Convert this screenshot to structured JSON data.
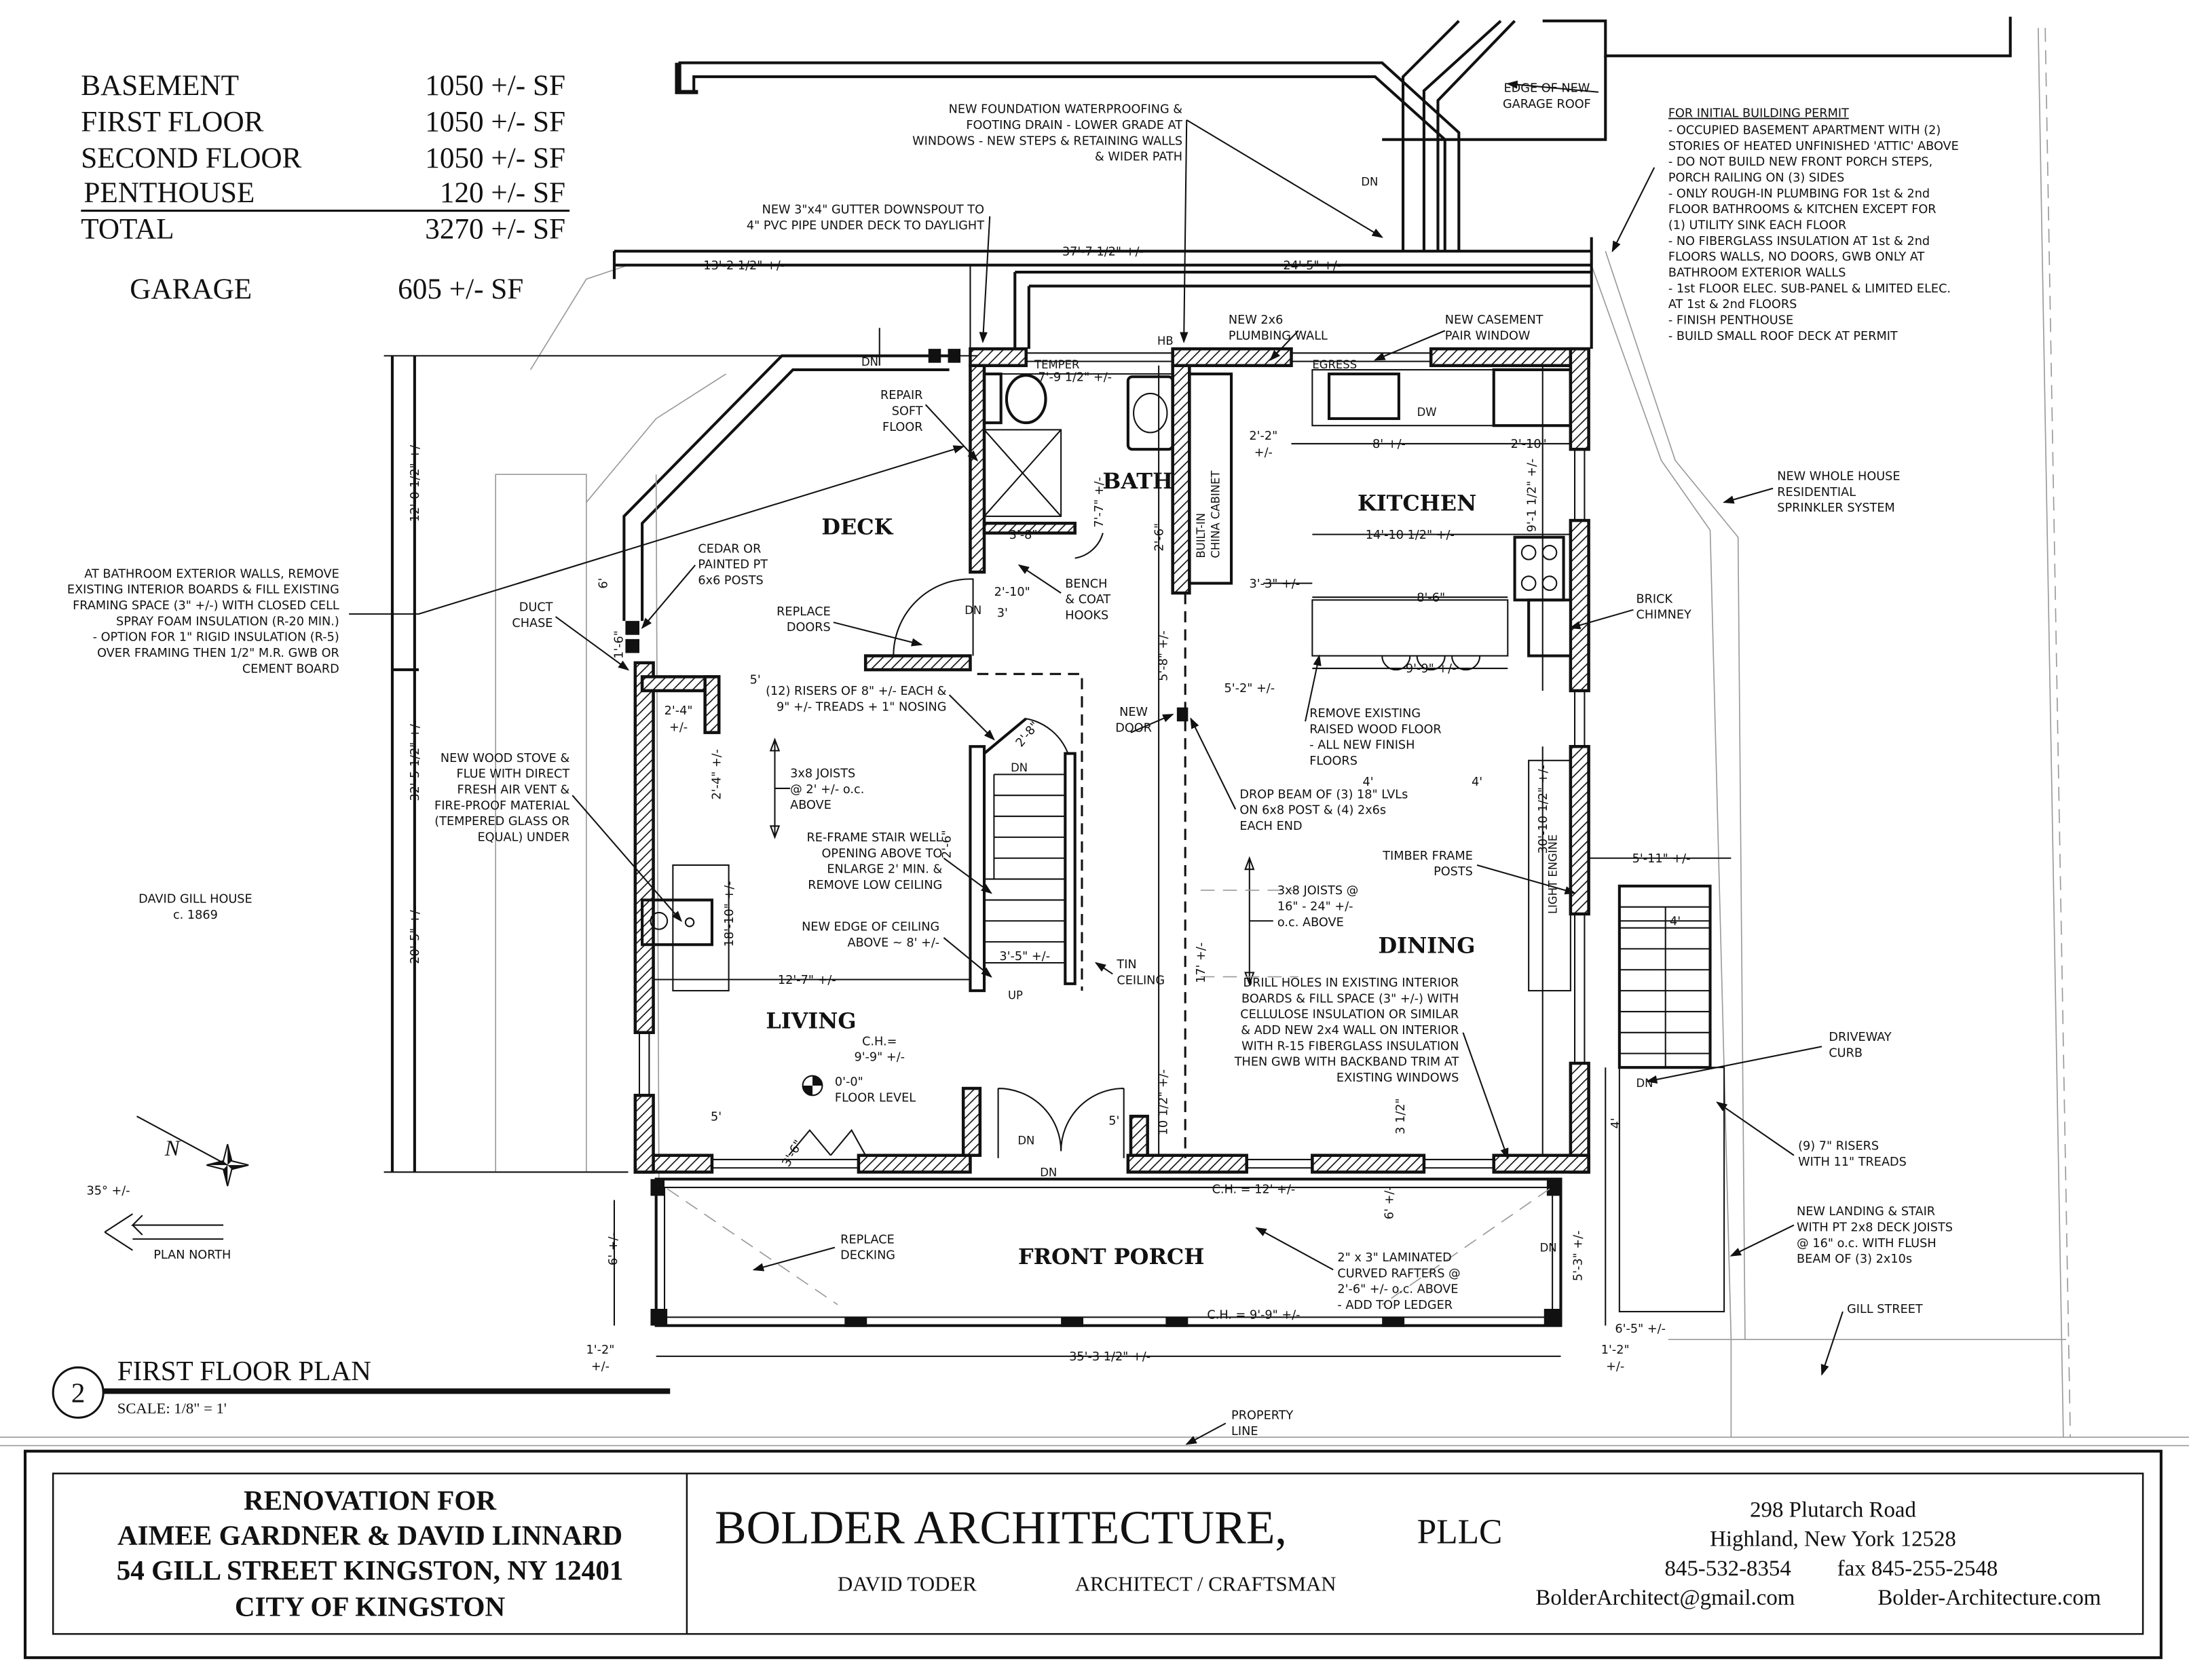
{
  "area_table": {
    "rows": [
      {
        "label": "BASEMENT",
        "value": "1050 +/- SF"
      },
      {
        "label": "FIRST FLOOR",
        "value": "1050 +/- SF"
      },
      {
        "label": "SECOND FLOOR",
        "value": "1050 +/- SF"
      },
      {
        "label": "PENTHOUSE",
        "value": "120 +/- SF"
      }
    ],
    "total": {
      "label": "TOTAL",
      "value": "3270 +/- SF"
    },
    "garage": {
      "label": "GARAGE",
      "value": "605 +/- SF"
    }
  },
  "rooms": {
    "deck": "DECK",
    "bath": "BATH",
    "kitchen": "KITCHEN",
    "living": "LIVING",
    "dining": "DINING",
    "front_porch": "FRONT PORCH"
  },
  "notes": {
    "edge_garage_roof": [
      "EDGE OF NEW",
      "GARAGE ROOF"
    ],
    "foundation": [
      "NEW FOUNDATION WATERPROOFING &",
      "FOOTING DRAIN - LOWER GRADE AT",
      "WINDOWS - NEW STEPS & RETAINING WALLS",
      "& WIDER PATH"
    ],
    "gutter": [
      "NEW 3\"x4\" GUTTER DOWNSPOUT TO",
      "4\" PVC PIPE UNDER DECK TO DAYLIGHT"
    ],
    "permit_title": "FOR INITIAL BUILDING PERMIT",
    "permit": [
      "- OCCUPIED BASEMENT APARTMENT WITH (2)",
      "STORIES OF HEATED UNFINISHED 'ATTIC' ABOVE",
      "- DO NOT BUILD NEW FRONT PORCH STEPS,",
      "PORCH RAILING ON (3) SIDES",
      "- ONLY ROUGH-IN PLUMBING FOR 1st & 2nd",
      "FLOOR BATHROOMS & KITCHEN EXCEPT FOR",
      "(1) UTILITY SINK EACH FLOOR",
      "- NO FIBERGLASS INSULATION AT 1st & 2nd",
      "FLOORS WALLS, NO DOORS, GWB ONLY AT",
      "BATHROOM EXTERIOR WALLS",
      "- 1st FLOOR ELEC. SUB-PANEL & LIMITED ELEC.",
      "AT 1st & 2nd FLOORS",
      "- FINISH PENTHOUSE",
      "- BUILD SMALL ROOF DECK AT PERMIT"
    ],
    "plumbing_wall": [
      "NEW 2x6",
      "PLUMBING WALL"
    ],
    "casement": [
      "NEW CASEMENT",
      "PAIR WINDOW"
    ],
    "repair_floor": [
      "REPAIR",
      "SOFT",
      "FLOOR"
    ],
    "cedar_posts": [
      "CEDAR OR",
      "PAINTED PT",
      "6x6 POSTS"
    ],
    "bath_walls": [
      "AT BATHROOM EXTERIOR WALLS, REMOVE",
      "EXISTING INTERIOR BOARDS & FILL EXISTING",
      "FRAMING SPACE (3\" +/-) WITH CLOSED CELL",
      "SPRAY FOAM INSULATION (R-20 MIN.)",
      "- OPTION FOR 1\" RIGID INSULATION (R-5)",
      "OVER FRAMING THEN 1/2\" M.R. GWB OR",
      "CEMENT BOARD"
    ],
    "duct_chase": [
      "DUCT",
      "CHASE"
    ],
    "replace_doors": [
      "REPLACE",
      "DOORS"
    ],
    "bench": [
      "BENCH",
      "& COAT",
      "HOOKS"
    ],
    "china_cabinet": [
      "BUILT-IN",
      "CHINA CABINET"
    ],
    "sprinkler": [
      "NEW WHOLE HOUSE",
      "RESIDENTIAL",
      "SPRINKLER SYSTEM"
    ],
    "chimney": [
      "BRICK",
      "CHIMNEY"
    ],
    "new_door": [
      "NEW",
      "DOOR"
    ],
    "risers": [
      "(12) RISERS OF 8\" +/- EACH &",
      "9\" +/- TREADS + 1\" NOSING"
    ],
    "remove_floor": [
      "REMOVE EXISTING",
      "RAISED WOOD FLOOR",
      "- ALL NEW FINISH",
      "FLOORS"
    ],
    "joists_living": [
      "3x8 JOISTS",
      "@ 2' +/- o.c.",
      "ABOVE"
    ],
    "wood_stove": [
      "NEW WOOD STOVE &",
      "FLUE WITH DIRECT",
      "FRESH AIR VENT &",
      "FIRE-PROOF MATERIAL",
      "(TEMPERED GLASS OR",
      "EQUAL) UNDER"
    ],
    "drop_beam": [
      "DROP BEAM OF (3) 18\" LVLs",
      "ON 6x8 POST & (4) 2x6s",
      "EACH END"
    ],
    "reframe_stair": [
      "RE-FRAME STAIR WELL",
      "OPENING ABOVE TO",
      "ENLARGE 2' MIN. &",
      "REMOVE LOW CEILING"
    ],
    "timber_posts": [
      "TIMBER FRAME",
      "POSTS"
    ],
    "joists_dining": [
      "3x8 JOISTS @",
      "16\" - 24\" +/-",
      "o.c. ABOVE"
    ],
    "ceiling_edge": [
      "NEW EDGE OF CEILING",
      "ABOVE ~ 8' +/-"
    ],
    "tin_ceiling": [
      "TIN",
      "CEILING"
    ],
    "drill_holes": [
      "DRILL HOLES IN EXISTING INTERIOR",
      "BOARDS & FILL SPACE (3\" +/-) WITH",
      "CELLULOSE INSULATION OR SIMILAR",
      "& ADD NEW 2x4 WALL ON INTERIOR",
      "WITH R-15 FIBERGLASS INSULATION",
      "THEN GWB WITH BACKBAND TRIM AT",
      "EXISTING WINDOWS"
    ],
    "driveway": [
      "DRIVEWAY",
      "CURB"
    ],
    "risers_9": [
      "(9) 7\" RISERS",
      "WITH 11\" TREADS"
    ],
    "landing": [
      "NEW LANDING & STAIR",
      "WITH PT 2x8 DECK JOISTS",
      "@ 16\" o.c. WITH FLUSH",
      "BEAM OF (3) 2x10s"
    ],
    "replace_decking": [
      "REPLACE",
      "DECKING"
    ],
    "rafters": [
      "2\" x 3\" LAMINATED",
      "CURVED RAFTERS @",
      "2'-6\" +/- o.c. ABOVE",
      "- ADD TOP LEDGER"
    ],
    "gill_street": "GILL STREET",
    "property_line": [
      "PROPERTY",
      "LINE"
    ],
    "light_engine": "LIGHT ENGINE",
    "floor_level": [
      "0'-0\"",
      "FLOOR LEVEL"
    ],
    "ch_living": [
      "C.H.=",
      "9'-9\" +/-"
    ],
    "gill_house": [
      "DAVID GILL HOUSE",
      "c. 1869"
    ]
  },
  "tags": {
    "temper": "TEMPER",
    "egress": "EGRESS",
    "hb": "HB",
    "dw": "DW",
    "dn": "DN",
    "up": "UP"
  },
  "dimensions": {
    "overall_top": "37'-7 1/2\" +/-",
    "left_top": "13'-2 1/2\" +/-",
    "right_top": "24'-5\" +/-",
    "bath_width": "7'-9 1/2\" +/-",
    "bath_depth": "7'-7\" +/-",
    "k_2_2": "2'-2\"",
    "k_2_2_pm": "+/-",
    "k_8": "8' +/-",
    "k_2_10": "2'-10\"",
    "k_9_1": "9'-1 1/2\" +/-",
    "k_14_10": "14'-10 1/2\" +/-",
    "d_2_6": "2'-6\"",
    "d_3_3": "3'-3\" +/-",
    "d_8_6": "8'-6\"",
    "d_9_9": "9'-9\" +/-",
    "d_5_2": "5'-2\" +/-",
    "d_3_8": "3'-8\"",
    "d_2_10b": "2'-10\"",
    "d_3": "3'",
    "left_12": "12'-0 1/2\" +/-",
    "left_32": "32'-5 1/2\" +/-",
    "left_20": "20'-5\" +/-",
    "d_6": "6'",
    "d_1_6": "1'-6\"",
    "d_2_4": "2'-4\"",
    "d_2_4_pm": "+/-",
    "d_2_4v": "2'-4\" +/-",
    "d_18_10": "18'-10\" +/-",
    "d_12_7": "12'-7\" +/-",
    "d_5a": "5'",
    "d_5b": "5'",
    "d_5c": "5'",
    "d_3_6": "3'-6\"",
    "d_2_8": "2'-8\"",
    "d_2_6s": "2'-6\"",
    "d_3_5": "3'-5\" +/-",
    "d_5_8": "5'-8\" +/-",
    "d_17": "17' +/-",
    "d_10_5": "10 1/2\" +/-",
    "d_3_5in": "3 1/2\"",
    "d_6pm": "6' +/-",
    "ch_12": "C.H. = 12' +/-",
    "ch_9_9": "C.H. = 9'-9\" +/-",
    "right_30": "30'-10 1/2\" +/-",
    "d_4a": "4'",
    "d_4b": "4'",
    "d_5_11": "5'-11\" +/-",
    "d_4c": "4'",
    "d_4d": "4'",
    "d_5_3": "5'-3\" +/-",
    "d_6_5": "6'-5\" +/-",
    "porch_6": "6' +/-",
    "porch_1_2l": "1'-2\"",
    "porch_1_2l_pm": "+/-",
    "porch_35": "35'-3 1/2\" +/-",
    "porch_1_2r": "1'-2\"",
    "porch_1_2r_pm": "+/-"
  },
  "drawing_title": {
    "number": "2",
    "title": "FIRST FLOOR PLAN",
    "scale": "SCALE:  1/8\" = 1'"
  },
  "north": {
    "angle": "35° +/-",
    "label": "PLAN NORTH",
    "letter": "N"
  },
  "title_block": {
    "project": [
      "RENOVATION   FOR",
      "AIMEE GARDNER & DAVID LINNARD",
      "54 GILL STREET   KINGSTON, NY 12401",
      "CITY OF KINGSTON"
    ],
    "firm": "BOLDER ARCHITECTURE,",
    "firm_suffix": "PLLC",
    "architect": "DAVID TODER",
    "role": "ARCHITECT  /  CRAFTSMAN",
    "address1": "298 Plutarch Road",
    "address2": "Highland, New York 12528",
    "phone": "845-532-8354",
    "fax": "fax 845-255-2548",
    "email": "BolderArchitect@gmail.com",
    "website": "Bolder-Architecture.com"
  }
}
